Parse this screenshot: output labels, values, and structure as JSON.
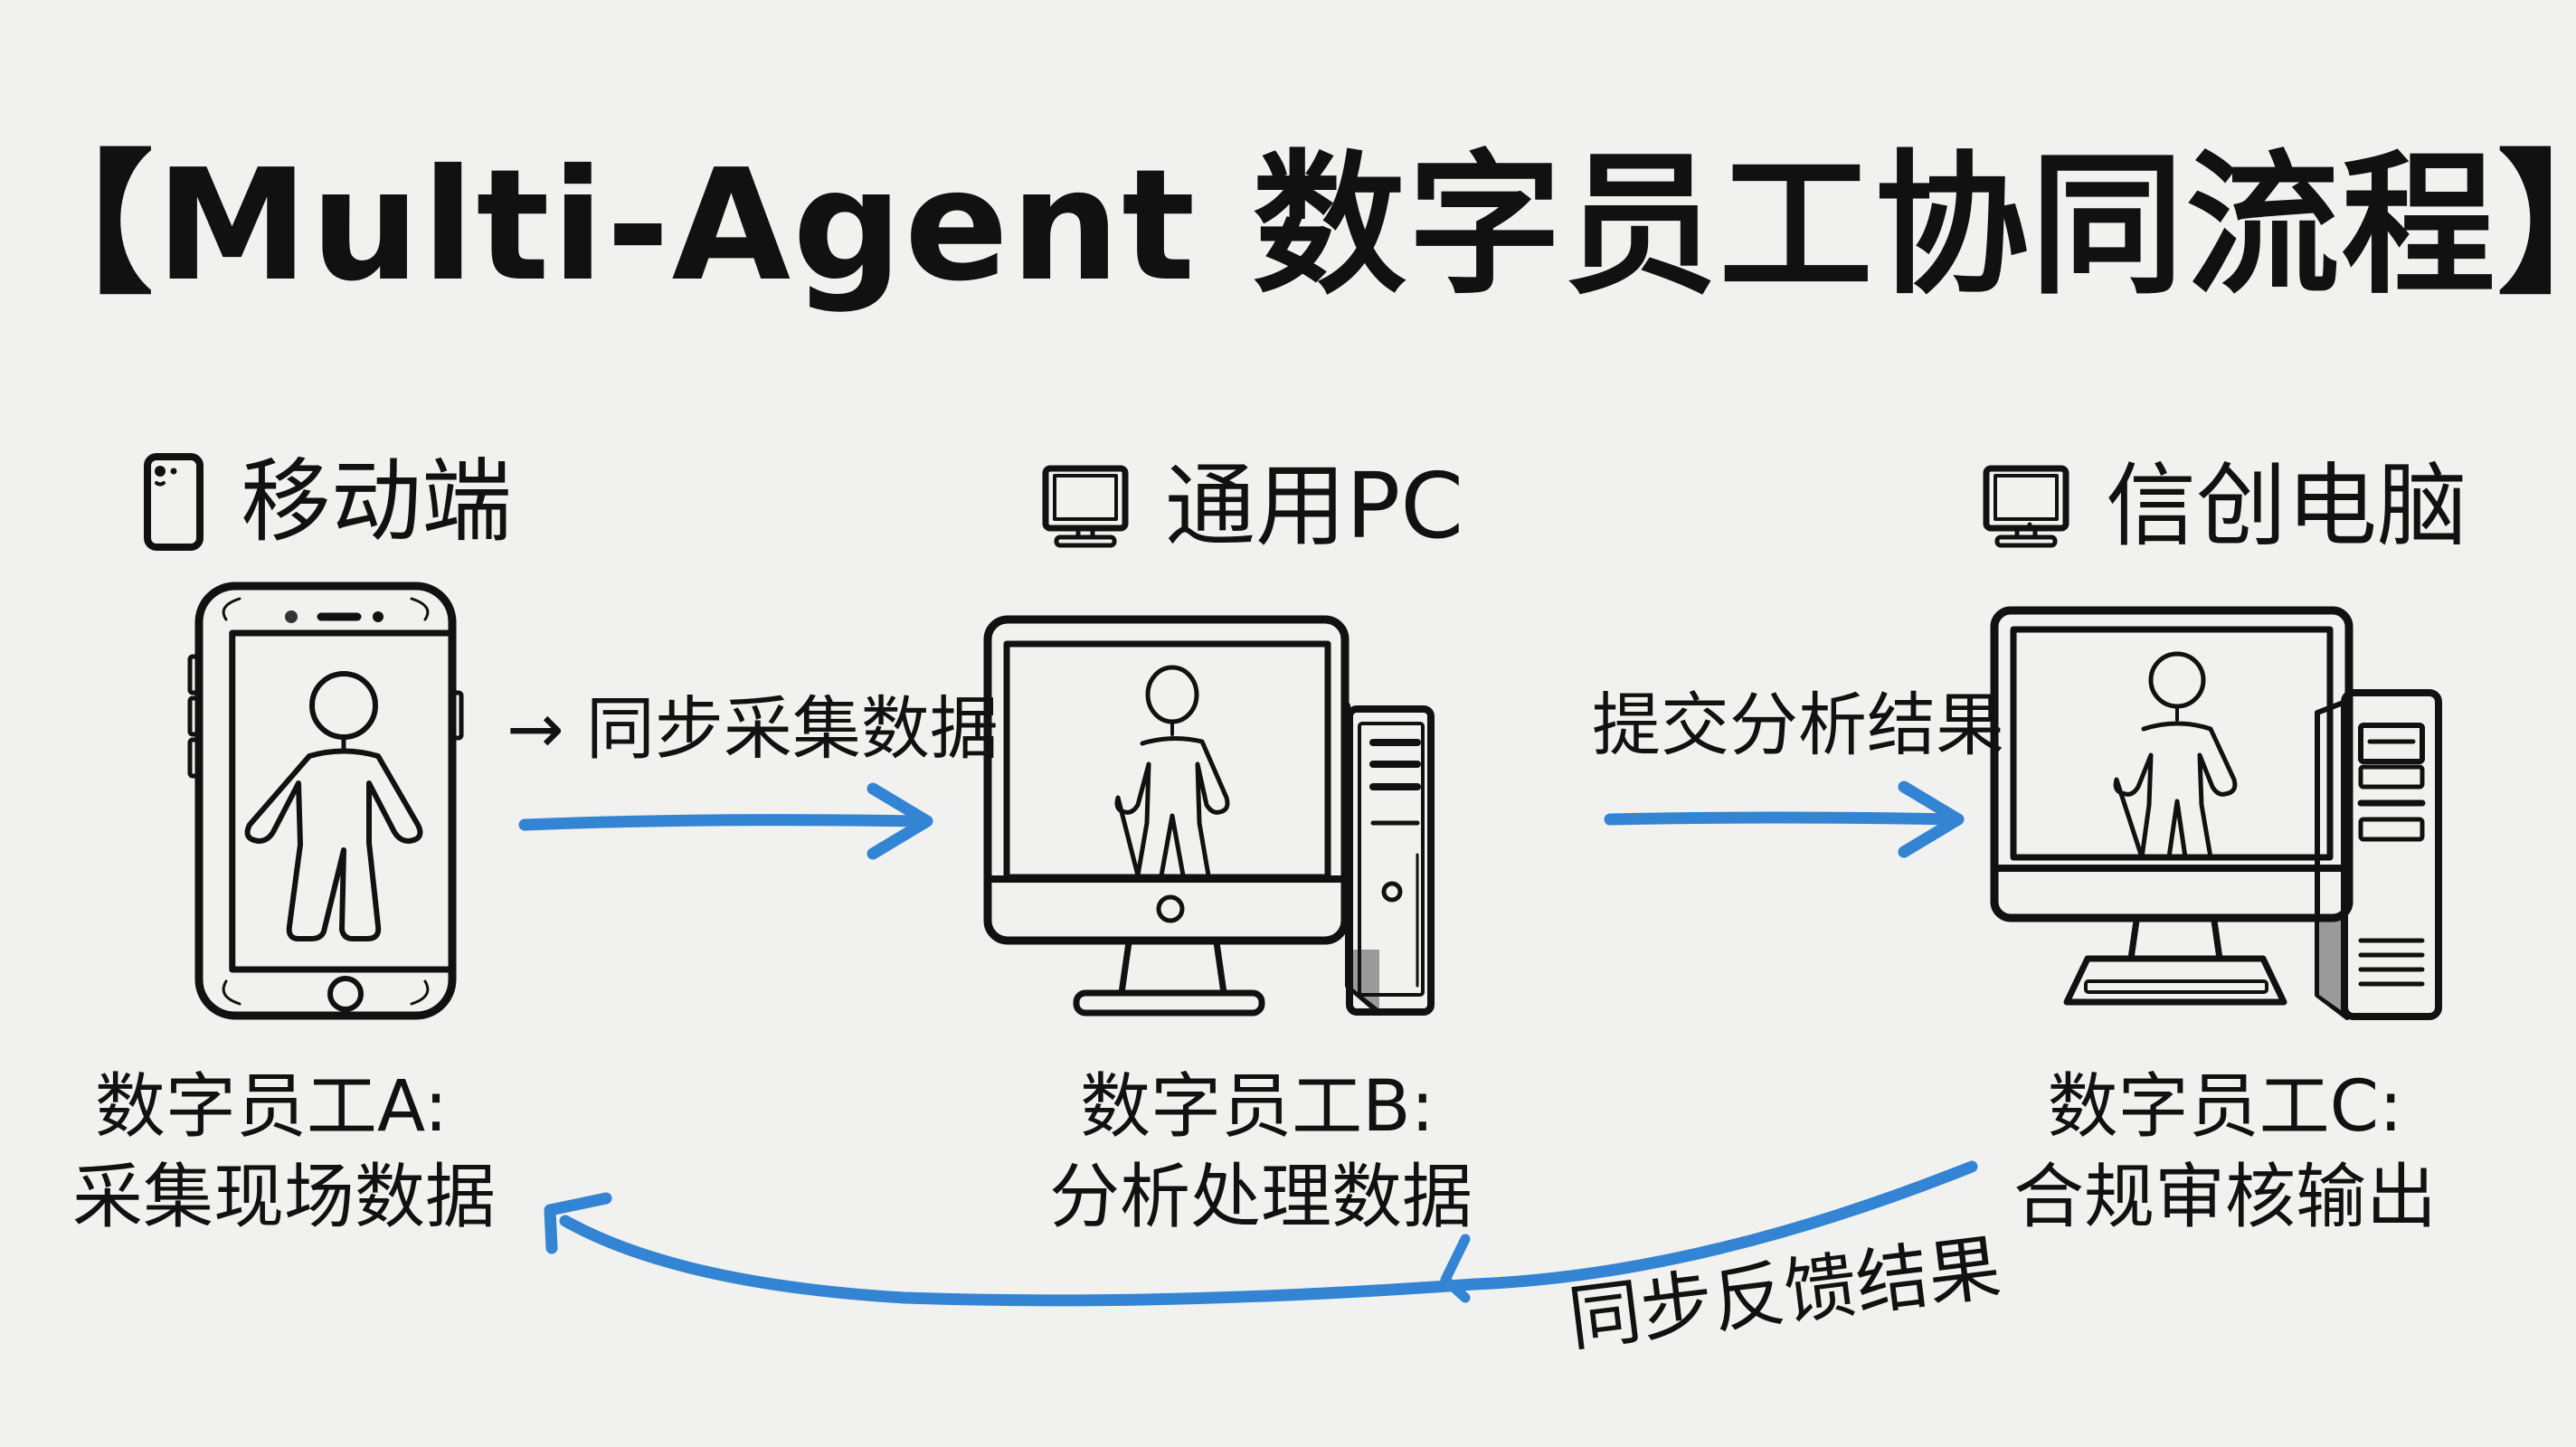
{
  "title": "【Multi-Agent 数字员工协同流程】",
  "colors": {
    "background": "#f1f1ef",
    "ink": "#111111",
    "arrow": "#3384d3"
  },
  "devices": [
    {
      "id": "mobile",
      "icon": "smartphone-icon",
      "label": "移动端",
      "agent": "数字员工A:",
      "task": "采集现场数据"
    },
    {
      "id": "general-pc",
      "icon": "monitor-icon",
      "label": "通用PC",
      "agent": "数字员工B:",
      "task": "分析处理数据"
    },
    {
      "id": "xinchuang-pc",
      "icon": "monitor-icon",
      "label": "信创电脑",
      "agent": "数字员工C:",
      "task": "合规审核输出"
    }
  ],
  "flows": [
    {
      "from": "mobile",
      "to": "general-pc",
      "label": "→ 同步采集数据"
    },
    {
      "from": "general-pc",
      "to": "xinchuang-pc",
      "label": "提交分析结果"
    },
    {
      "from": "xinchuang-pc",
      "to": "mobile",
      "label": "同步反馈结果"
    }
  ]
}
